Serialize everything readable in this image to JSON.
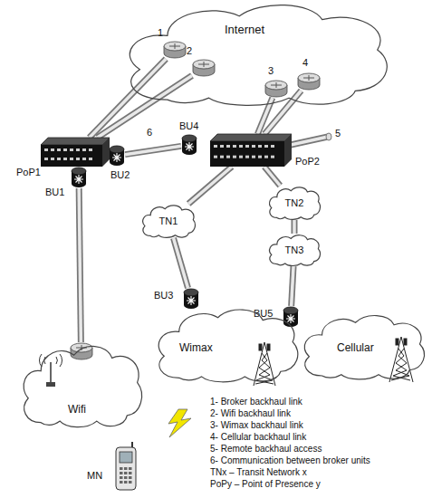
{
  "diagram": {
    "nodes": [
      {
        "text": [
          "Internet"
        ]
      },
      {
        "text": [
          "1"
        ],
        "in": 0
      },
      {
        "text": [
          "2"
        ],
        "in": 0
      },
      {
        "text": [
          "3"
        ],
        "in": 0
      },
      {
        "text": [
          "4"
        ],
        "in": 0
      },
      {
        "text": [
          "PoP1"
        ]
      },
      {
        "text": [
          "BU2"
        ]
      },
      {
        "text": [
          "BU4"
        ]
      },
      {
        "text": [
          "PoP2"
        ]
      },
      {
        "text": [
          "BU1"
        ]
      },
      {
        "text": [
          "TN1"
        ]
      },
      {
        "text": [
          "TN2"
        ]
      },
      {
        "text": [
          "TN3"
        ]
      },
      {
        "text": [
          "BU3"
        ]
      },
      {
        "text": [
          "BU5"
        ]
      },
      {
        "text": [
          "Wifi"
        ]
      },
      {
        "text": [
          "Wimax"
        ]
      },
      {
        "text": [
          "Cellular"
        ]
      },
      {
        "text": [
          "MN"
        ]
      }
    ],
    "edges": [
      {
        "from": 5,
        "to": 1,
        "arrow": "none"
      },
      {
        "from": 5,
        "to": 2,
        "arrow": "none"
      },
      {
        "from": 8,
        "to": 3,
        "arrow": "none"
      },
      {
        "from": 8,
        "to": 4,
        "arrow": "none"
      },
      {
        "from": 6,
        "to": 7,
        "label": "6",
        "arrow": "none"
      },
      {
        "from": 9,
        "to": 15,
        "arrow": "none"
      },
      {
        "from": 8,
        "to": 10,
        "arrow": "none"
      },
      {
        "from": 10,
        "to": 13,
        "arrow": "none"
      },
      {
        "from": 8,
        "to": 11,
        "arrow": "none"
      },
      {
        "from": 11,
        "to": 12,
        "arrow": "none"
      },
      {
        "from": 12,
        "to": 14,
        "arrow": "none"
      }
    ],
    "labels": [
      "5",
      "1- Broker backhaul link",
      "2- Wifi backhaul link",
      "3- Wimax backhaul link",
      "4- Cellular backhaul link",
      "5- Remote backhaul access",
      "6- Communication between broker units",
      "TNx – Transit Network x",
      "PoPy – Point of Presence y"
    ]
  }
}
